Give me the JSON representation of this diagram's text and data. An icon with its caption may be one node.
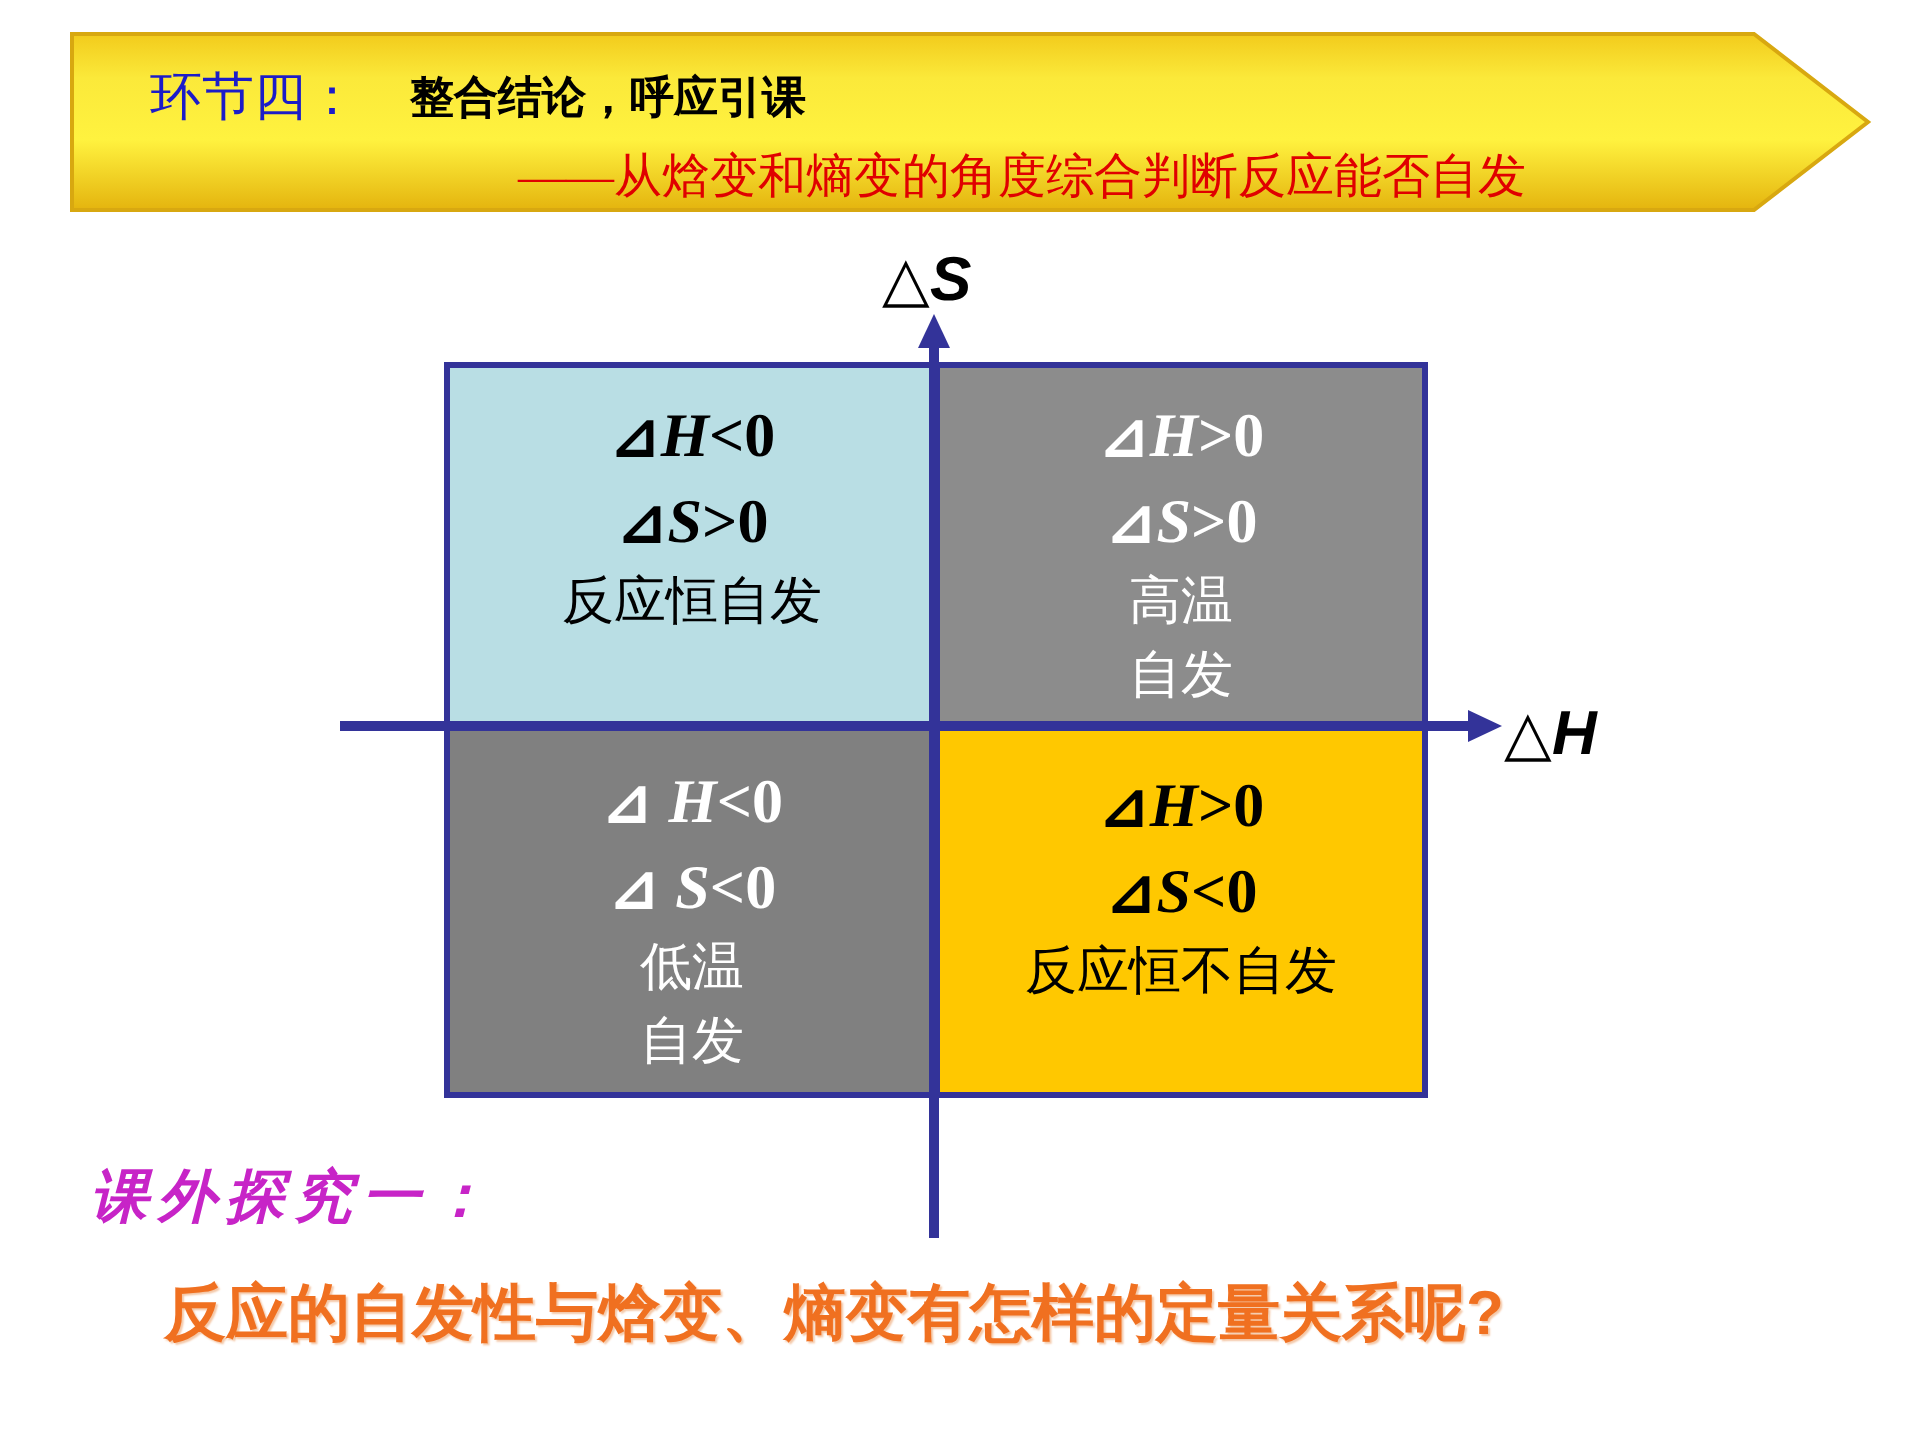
{
  "diagram": {
    "nodes": [
      {
        "text": [
          "环节四：",
          "整合结论，呼应引课",
          "——从焓变和熵变的角度综合判断反应能否自发"
        ]
      },
      {
        "text": [
          "⊿*H*<0",
          "⊿*S*>0",
          "反应恒自发"
        ]
      },
      {
        "text": [
          "⊿*H*>0",
          "⊿*S*>0",
          "高温自发"
        ]
      },
      {
        "text": [
          "⊿ *H*<0",
          "⊿ *S*<0",
          "低温自发"
        ]
      },
      {
        "text": [
          "⊿*H*>0",
          "⊿*S*<0",
          "反应恒不自发"
        ]
      }
    ],
    "labels": [
      "△*S*",
      "△*H*",
      "课外探究一：",
      "反应的自发性与焓变、熵变有怎样的定量关系呢?"
    ]
  }
}
